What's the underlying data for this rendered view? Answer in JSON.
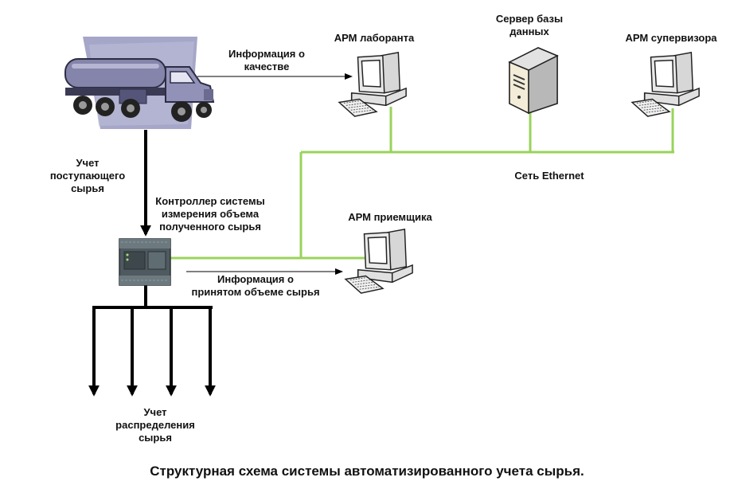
{
  "nodes": {
    "truck": {
      "icon": "tanker-truck-icon"
    },
    "plc": {
      "icon": "plc-controller-icon"
    },
    "lab": {
      "label": "АРМ лаборанта",
      "icon": "workstation-icon"
    },
    "db": {
      "label_line1": "Сервер базы",
      "label_line2": "данных",
      "icon": "server-tower-icon"
    },
    "supervisor": {
      "label": "АРМ супервизора",
      "icon": "workstation-icon"
    },
    "receiver": {
      "label": "АРМ приемщика",
      "icon": "workstation-icon"
    }
  },
  "labels": {
    "quality_info_line1": "Информация о",
    "quality_info_line2": "качестве",
    "incoming_line1": "Учет",
    "incoming_line2": "поступающего",
    "incoming_line3": "сырья",
    "controller_line1": "Контроллер системы",
    "controller_line2": "измерения объема",
    "controller_line3": "полученного сырья",
    "volume_info_line1": "Информация о",
    "volume_info_line2": "принятом объеме сырья",
    "network": "Сеть Ethernet",
    "distribution_line1": "Учет",
    "distribution_line2": "распределения",
    "distribution_line3": "сырья"
  },
  "caption": "Структурная схема системы автоматизированного учета сырья.",
  "colors": {
    "network_line": "#99d35a",
    "arrow": "#000000",
    "truck_background": "#a6a6c8"
  }
}
